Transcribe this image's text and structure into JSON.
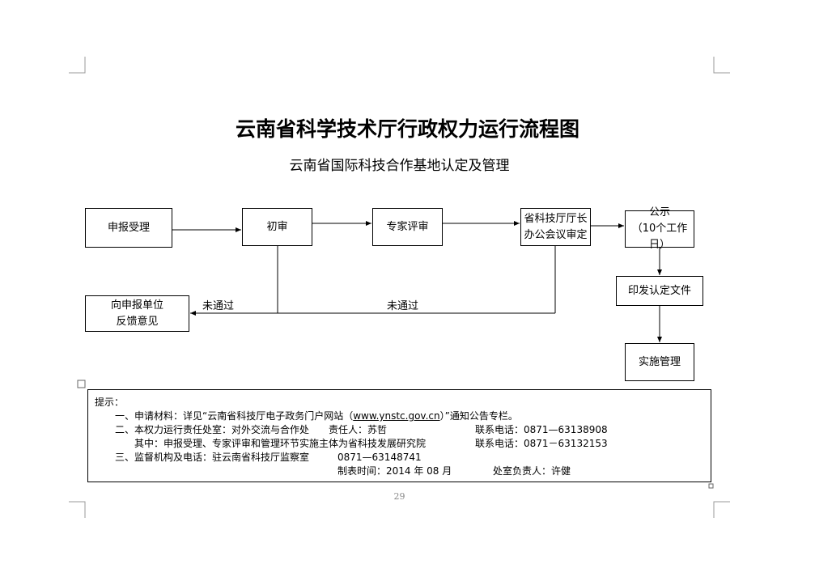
{
  "title": "云南省科学技术厅行政权力运行流程图",
  "subtitle": "云南省国际科技合作基地认定及管理",
  "flow": {
    "n1": "申报受理",
    "n2": "初审",
    "n3": "专家评审",
    "n4a": "省科技厅厅长",
    "n4b": "办公会议审定",
    "n5a": "公示",
    "n5b": "（10个工作日）",
    "n6": "印发认定文件",
    "n7": "实施管理",
    "n8a": "向申报单位",
    "n8b": "反馈意见",
    "fail1": "未通过",
    "fail2": "未通过"
  },
  "notes": {
    "heading": "提示：",
    "l1a": "一、申请材料：详见“云南省科技厅电子政务门户网站（",
    "l1url": "www.ynstc.gov.cn",
    "l1b": "）”通知公告专栏。",
    "l2": "二、本权力运行责任处室：对外交流与合作处",
    "l2p": "责任人：苏哲",
    "l2t": "联系电话：0871—63138908",
    "l3": "其中：申报受理、专家评审和管理环节实施主体为省科技发展研究院",
    "l3t": "联系电话：0871－63132153",
    "l4": "三、监督机构及电话：驻云南省科技厅监察室",
    "l4t": "0871—63148741",
    "l5": "制表时间：2014 年 08 月",
    "l5p": "处室负责人：许健"
  },
  "page_number": "29"
}
